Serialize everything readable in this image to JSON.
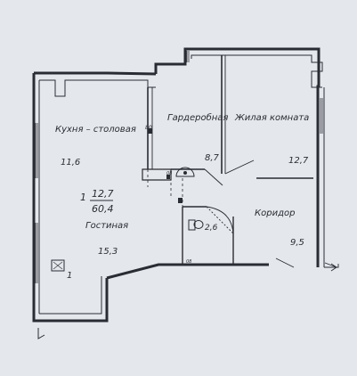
{
  "plan": {
    "colors": {
      "paper": "#e4e7ec",
      "wall": "#2a2c33",
      "text": "#2a2c33"
    },
    "rooms": {
      "kitchen": {
        "name": "Кухня – столовая",
        "area": "11,6"
      },
      "wardrobe": {
        "name": "Гардеробная",
        "area": "8,7"
      },
      "living_room": {
        "name": "Жилая комната",
        "area": "12,7"
      },
      "corridor": {
        "name": "Коридор",
        "area": "9,5"
      },
      "lounge": {
        "name": "Гостиная",
        "area": "15,3"
      },
      "bathroom": {
        "area": "2,6"
      }
    },
    "apartment": {
      "number": "1",
      "living_area": "12,7",
      "total_area": "60,4"
    },
    "marks": {
      "riser_label": "1",
      "vent_top": "80",
      "vent_mid": "08",
      "vent_bottom": "08"
    },
    "fixtures": [
      "sink-icon",
      "toilet-icon",
      "ventilation-riser-icon"
    ]
  }
}
